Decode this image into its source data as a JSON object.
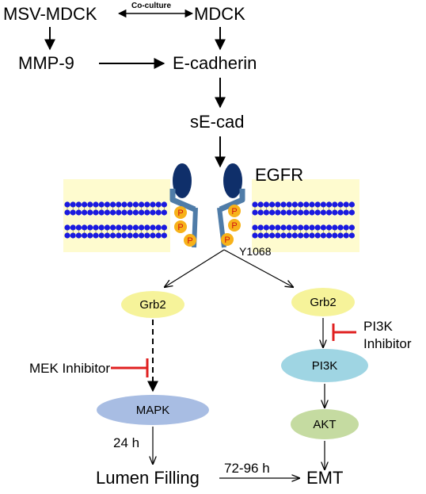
{
  "labels": {
    "msv_mdck": "MSV-MDCK",
    "mdck": "MDCK",
    "coculture": "Co-culture",
    "mmp9": "MMP-9",
    "ecadherin": "E-cadherin",
    "secad": "sE-cad",
    "egfr": "EGFR",
    "y1068": "Y1068",
    "grb2_left": "Grb2",
    "grb2_right": "Grb2",
    "mek_inhibitor": "MEK Inhibitor",
    "pi3k_inhibitor_line1": "PI3K",
    "pi3k_inhibitor_line2": "Inhibitor",
    "pi3k": "PI3K",
    "mapk": "MAPK",
    "akt": "AKT",
    "time_24h": "24 h",
    "lumen_filling": "Lumen Filling",
    "time_72_96h": "72-96 h",
    "emt": "EMT",
    "phospho": "P"
  },
  "colors": {
    "membrane_bg": "#fefbcf",
    "lipid_head": "#1a1adf",
    "receptor": "#4f7ca8",
    "receptor_head": "#0f2f6a",
    "phospho_fill": "#f7b21a",
    "phospho_text": "#d01010",
    "grb2": "#f6f39a",
    "mapk": "#a8bde3",
    "pi3k": "#9fd5e3",
    "akt": "#c5dba1",
    "inhibitor": "#e02020"
  }
}
